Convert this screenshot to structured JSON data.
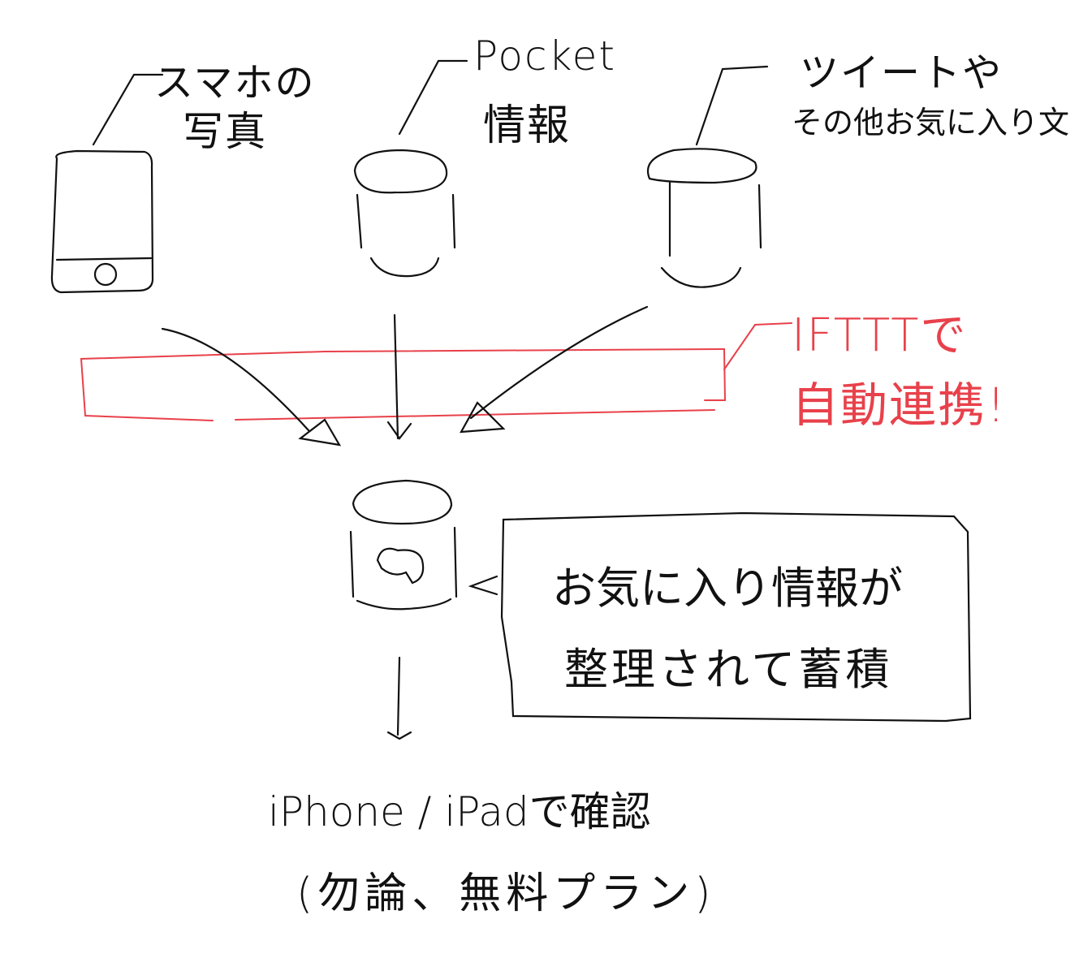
{
  "sources": {
    "phone_label": [
      "スマホの",
      "写真"
    ],
    "pocket_label": [
      "Pocket",
      "情報"
    ],
    "tweet_label": [
      "ツイートや",
      "その他お気に入り文"
    ]
  },
  "ifttt_note": [
    "IFTTTで",
    "自動連携!"
  ],
  "storage_note": [
    "お気に入り情報が",
    "整理されて蓄積"
  ],
  "storage_icon": "evernote-elephant-icon",
  "output": [
    "iPhone / iPadで確認",
    "(勿論、無料プラン)"
  ],
  "colors": {
    "ink": "#111111",
    "accent": "#e8414b"
  }
}
